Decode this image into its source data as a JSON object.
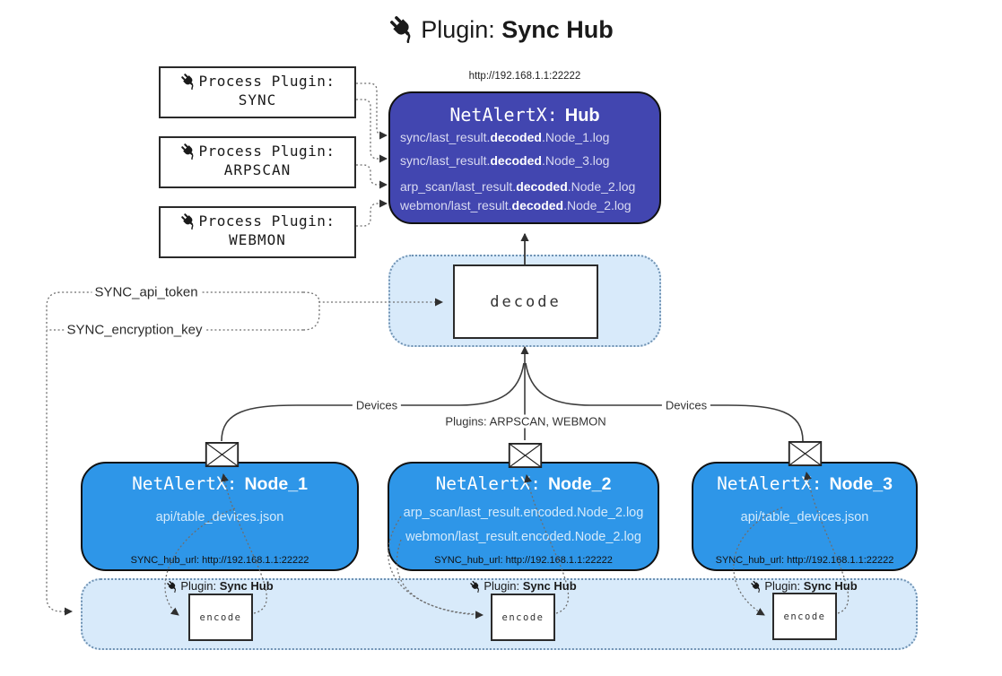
{
  "title": {
    "icon": "plug-icon",
    "prefix": "Plugin:",
    "name": "Sync Hub"
  },
  "process_plugins": [
    {
      "icon": "plug-icon",
      "label": "Process Plugin:",
      "name": "SYNC"
    },
    {
      "icon": "plug-icon",
      "label": "Process Plugin:",
      "name": "ARPSCAN"
    },
    {
      "icon": "plug-icon",
      "label": "Process Plugin:",
      "name": "WEBMON"
    }
  ],
  "hub": {
    "url": "http://192.168.1.1:22222",
    "title_prefix": "NetAlertX:",
    "title_name": "Hub",
    "logs": [
      {
        "pre": "sync/last_result.",
        "bold": "decoded",
        "post": ".Node_1.log"
      },
      {
        "pre": "sync/last_result.",
        "bold": "decoded",
        "post": ".Node_3.log"
      },
      {
        "pre": "arp_scan/last_result.",
        "bold": "decoded",
        "post": ".Node_2.log"
      },
      {
        "pre": "webmon/last_result.",
        "bold": "decoded",
        "post": ".Node_2.log"
      }
    ]
  },
  "decoder": {
    "label": "decode"
  },
  "secrets": {
    "api_token": "SYNC_api_token",
    "encryption_key": "SYNC_encryption_key"
  },
  "edge_labels": {
    "devices_left": "Devices",
    "plugins_mid": "Plugins: ARPSCAN, WEBMON",
    "devices_right": "Devices"
  },
  "nodes": [
    {
      "title_prefix": "NetAlertX:",
      "title_name": "Node_1",
      "files": [
        "api/table_devices.json"
      ],
      "hub_url": "SYNC_hub_url: http://192.168.1.1:22222"
    },
    {
      "title_prefix": "NetAlertX:",
      "title_name": "Node_2",
      "files": [
        "arp_scan/last_result.encoded.Node_2.log",
        "webmon/last_result.encoded.Node_2.log"
      ],
      "hub_url": "SYNC_hub_url: http://192.168.1.1:22222"
    },
    {
      "title_prefix": "NetAlertX:",
      "title_name": "Node_3",
      "files": [
        "api/table_devices.json"
      ],
      "hub_url": "SYNC_hub_url: http://192.168.1.1:22222"
    }
  ],
  "encoders": [
    {
      "icon": "plug-icon",
      "label_prefix": "Plugin:",
      "label_name": "Sync Hub",
      "box_label": "encode"
    },
    {
      "icon": "plug-icon",
      "label_prefix": "Plugin:",
      "label_name": "Sync Hub",
      "box_label": "encode"
    },
    {
      "icon": "plug-icon",
      "label_prefix": "Plugin:",
      "label_name": "Sync Hub",
      "box_label": "encode"
    }
  ],
  "colors": {
    "hub_bg": "#4246b0",
    "node_bg": "#2e96e8",
    "panel_bg": "#d8eafa",
    "panel_border": "#6f92b3",
    "connector_dotted": "#6e6e6e",
    "connector_solid": "#3c3c3c"
  }
}
